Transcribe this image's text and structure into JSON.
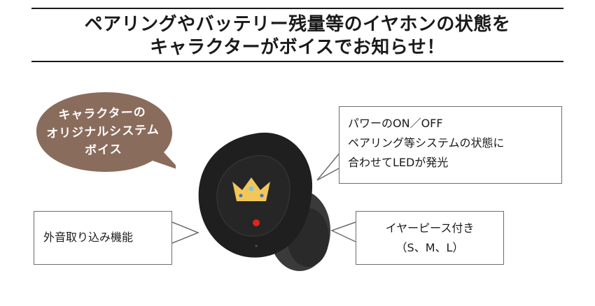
{
  "headline": {
    "line1": "ペアリングやバッテリー残量等のイヤホンの状態を",
    "line2": "キャラクターがボイスでお知らせ！"
  },
  "speech_bubble": {
    "line1": "キャラクターの",
    "line2": "オリジナルシステム",
    "line3": "ボイス",
    "color": "#8a6c5c"
  },
  "callouts": {
    "power_led": {
      "line1": "パワーのON／OFF",
      "line2": "ペアリング等システムの状態に",
      "line3": "合わせてLEDが発光"
    },
    "ambient_mic": {
      "line1": "外音取り込み機能"
    },
    "ear_tips": {
      "line1": "イヤーピース付き",
      "line2": "（S、M、L）"
    }
  },
  "product": {
    "body_color": "#1f1f1f",
    "crown_color": "#f2c75a",
    "led_color": "#e2231a"
  }
}
